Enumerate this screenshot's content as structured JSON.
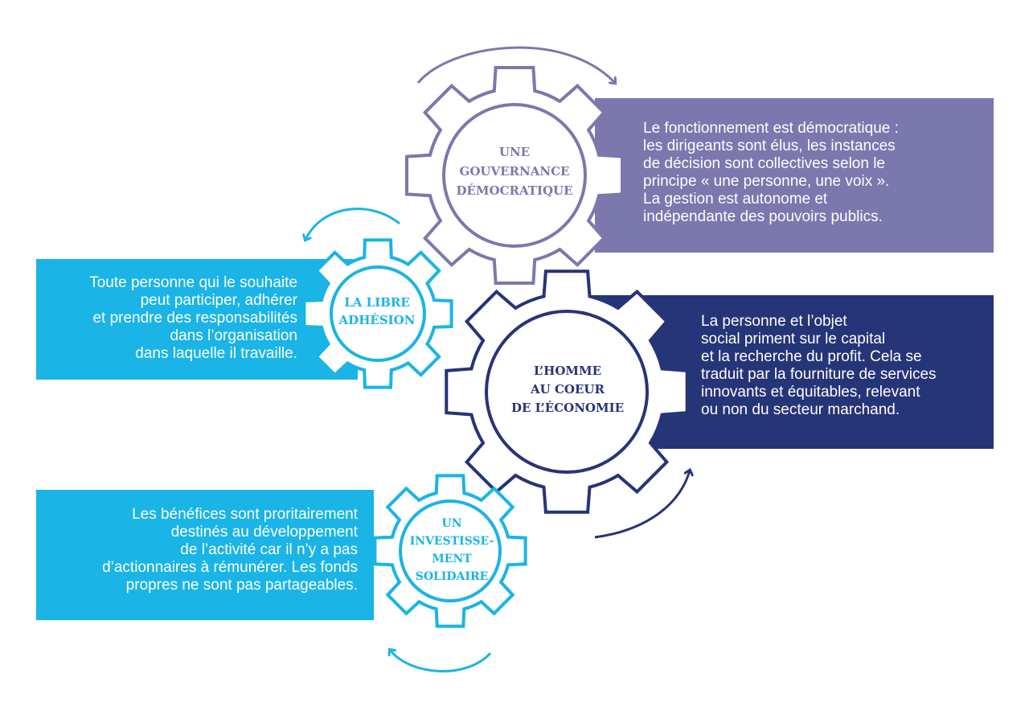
{
  "colors": {
    "governance": "#7b78ad",
    "adhesion": "#1ab4e6",
    "homme": "#263478",
    "investissement": "#1ab4e6",
    "background": "#ffffff"
  },
  "principles": [
    {
      "id": "governance",
      "gear_label": [
        "UNE",
        "GOUVERNANCE",
        "DÉMOCRATIQUE"
      ],
      "description": [
        "Le fonctionnement est démocratique :",
        "les dirigeants sont élus, les instances",
        "de décision sont collectives selon le",
        "principe « une personne, une voix ».",
        "La gestion est autonome et",
        "indépendante des pouvoirs publics."
      ]
    },
    {
      "id": "adhesion",
      "gear_label": [
        "LA LIBRE",
        "ADHÉSION"
      ],
      "description": [
        "Toute personne qui le souhaite",
        "peut participer, adhérer",
        "et prendre des responsabilités",
        "dans l’organisation",
        "dans laquelle il travaille."
      ]
    },
    {
      "id": "homme",
      "gear_label": [
        "L’HOMME",
        "AU COEUR",
        "DE L’ÉCONOMIE"
      ],
      "description": [
        "La personne et l’objet",
        "social priment sur le capital",
        "et la recherche du profit. Cela se",
        "traduit par la fourniture de services",
        "innovants et équitables, relevant",
        "ou non du secteur marchand."
      ]
    },
    {
      "id": "investissement",
      "gear_label": [
        "UN",
        "INVESTISSE-",
        "MENT",
        "SOLIDAIRE"
      ],
      "description": [
        "Les bénéfices sont proritairement",
        "destinés au développement",
        "de l’activité car il n’y a pas",
        "d’actionnaires à rémunérer. Les fonds",
        "propres ne sont pas partageables."
      ]
    }
  ]
}
